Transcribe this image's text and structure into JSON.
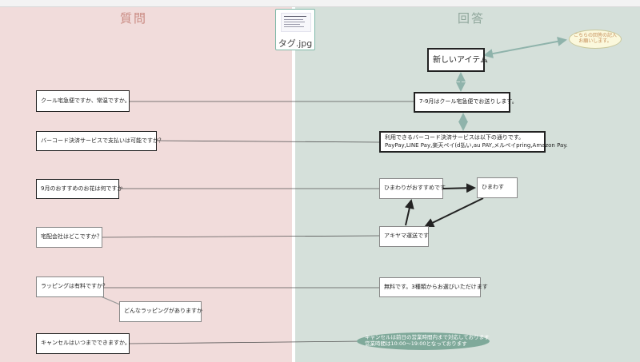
{
  "headers": {
    "question": "質問",
    "answer": "回答"
  },
  "file": {
    "name": "タグ.jpg"
  },
  "questions": {
    "q1": "クール宅急便ですか、常温ですか。",
    "q2": "バーコード決済サービスで支払いは可能ですか？",
    "q3": "9月のおすすめのお花は何ですか",
    "q4": "宅配会社はどこですか？",
    "q5": "ラッピングは有料ですか？",
    "q5b": "どんなラッピングがありますか",
    "q6": "キャンセルはいつまでできますか。"
  },
  "answers": {
    "new_item": "新しいアイテム",
    "a1": "7-9月はクール宅急便でお送りします。",
    "a2_line1": "利用できるバーコード決済サービスは以下の通りです。",
    "a2_line2": "PayPay,LINE Pay,楽天ペイ(d払い,au PAY,メルペイpring,Amazon Pay.",
    "a3": "ひまわりがおすすめです",
    "a3b": "ひまわす",
    "a4": "アキヤマ運送です",
    "a5": "無料です。3種類からお選びいただけます",
    "a6_line1": "キャンセルは前日の営業時間内まで対応しております",
    "a6_line2": "営業時間は10:00〜19:00となっております"
  },
  "notes": {
    "request_line1": "こちらの回答の記入",
    "request_line2": "お願いします。"
  },
  "colors": {
    "left_panel": "#f1dcdb",
    "right_panel": "#d5e0da",
    "connector_teal": "#8fb3ab",
    "arrow_dark": "#222222"
  }
}
